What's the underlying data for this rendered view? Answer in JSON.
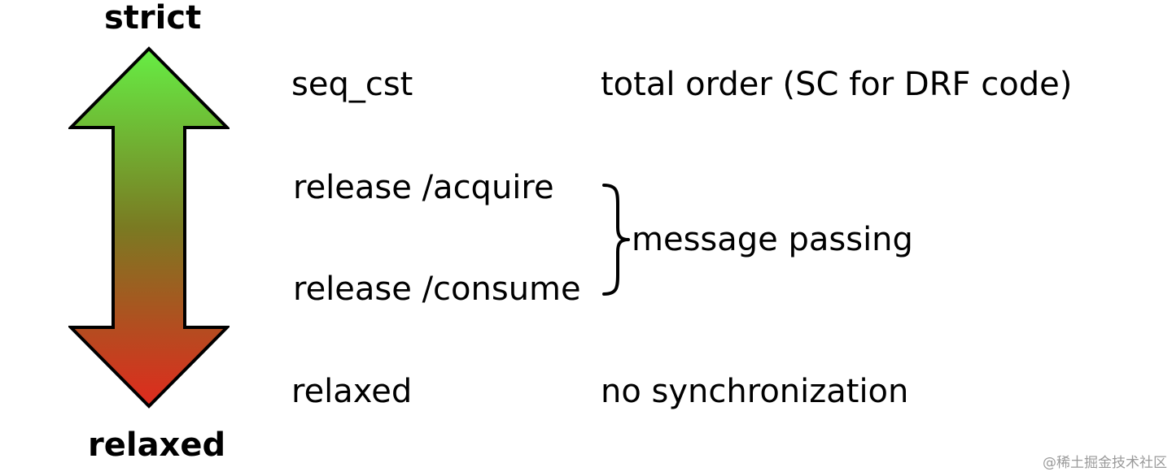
{
  "scale": {
    "top_label": "strict",
    "bottom_label": "relaxed",
    "gradient_top_color": "#66ee44",
    "gradient_bottom_color": "#e02a1e"
  },
  "orders": [
    {
      "name": "seq_cst",
      "description": "total order (SC for DRF code)"
    },
    {
      "name": "release /acquire"
    },
    {
      "name": "release /consume"
    },
    {
      "name": "relaxed",
      "description": "no synchronization"
    }
  ],
  "group": {
    "label": "message passing",
    "members": [
      "release /acquire",
      "release /consume"
    ]
  },
  "watermark": "@稀土掘金技术社区"
}
